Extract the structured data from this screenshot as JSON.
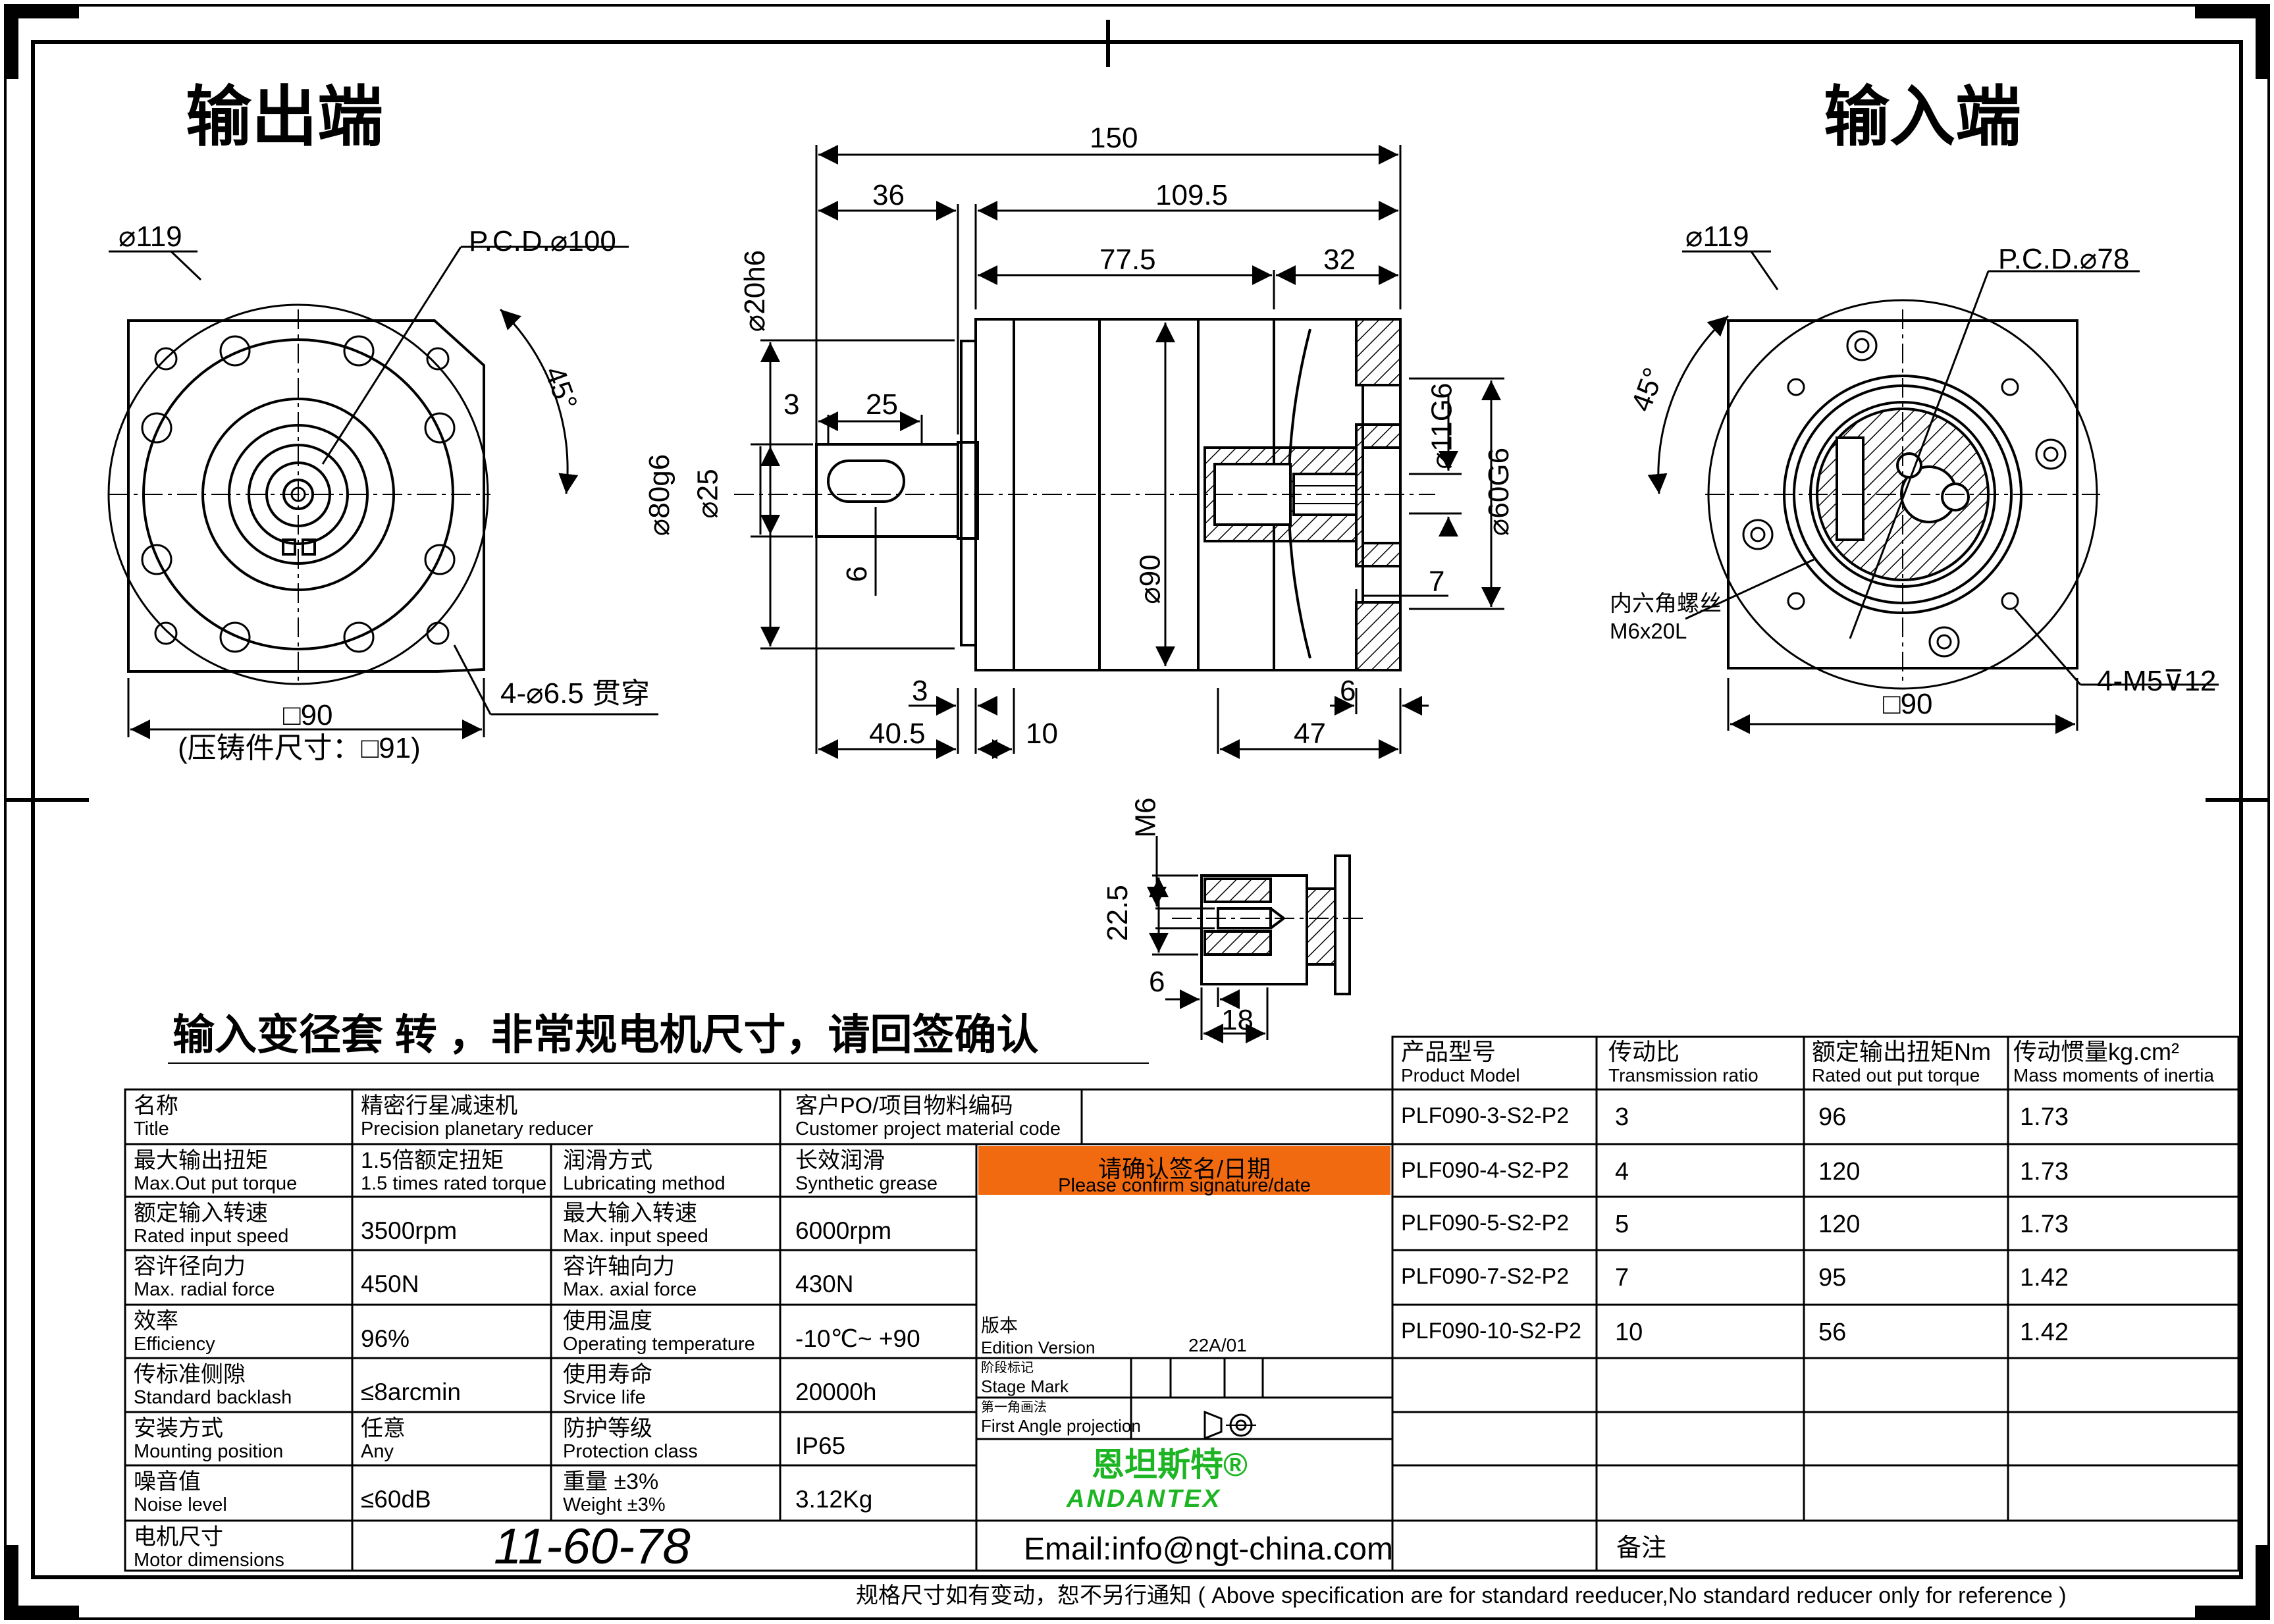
{
  "headings": {
    "output_end": "输出端",
    "input_end": "输入端"
  },
  "dims": {
    "out_dia": "⌀119",
    "out_pcd": "P.C.D.⌀100",
    "out_angle": "45°",
    "out_holes": "4-⌀6.5 贯穿",
    "out_square": "□90",
    "out_cast": "(压铸件尺寸：□91)",
    "len_150": "150",
    "len_36": "36",
    "len_109": "109.5",
    "len_77": "77.5",
    "len_32": "32",
    "shaft_20": "⌀20h6",
    "len_3a": "3",
    "len_25": "25",
    "dia_80": "⌀80g6",
    "dia_25": "⌀25",
    "key_6": "6",
    "dia_90": "⌀90",
    "dia_11": "⌀11G6",
    "dia_60": "⌀60G6",
    "len_7": "7",
    "len_3b": "3",
    "len_6": "6",
    "len_405": "40.5",
    "len_10": "10",
    "len_47": "47",
    "in_dia": "⌀119",
    "in_pcd": "P.C.D.⌀78",
    "in_angle": "45°",
    "in_screw_cn": "内六角螺丝",
    "in_screw_en": "M6x20L",
    "in_holes": "4-M5⊽12",
    "in_square": "□90",
    "det_m6": "M6",
    "det_225": "22.5",
    "det_6": "6",
    "det_18": "18"
  },
  "notice": "输入变径套  转  ，非常规电机尺寸，请回签确认",
  "spec_table": {
    "rows": [
      {
        "c1_cn": "名称",
        "c1_en": "Title",
        "v1_cn": "精密行星减速机",
        "v1_en": "Precision planetary reducer",
        "c2_cn": "客户PO/项目物料编码",
        "c2_en": "Customer project material code"
      },
      {
        "c1_cn": "最大输出扭矩",
        "c1_en": "Max.Out put torque",
        "v1_cn": "1.5倍额定扭矩",
        "v1_en": "1.5 times rated torque",
        "c2_cn": "润滑方式",
        "c2_en": "Lubricating method",
        "v2_cn": "长效润滑",
        "v2_en": "Synthetic grease"
      },
      {
        "c1_cn": "额定输入转速",
        "c1_en": "Rated input speed",
        "v1": "3500rpm",
        "c2_cn": "最大输入转速",
        "c2_en": "Max. input speed",
        "v2": "6000rpm"
      },
      {
        "c1_cn": "容许径向力",
        "c1_en": "Max. radial force",
        "v1": "450N",
        "c2_cn": "容许轴向力",
        "c2_en": "Max. axial force",
        "v2": "430N"
      },
      {
        "c1_cn": "效率",
        "c1_en": "Efficiency",
        "v1": "96%",
        "c2_cn": "使用温度",
        "c2_en": "Operating temperature",
        "v2": "-10℃~ +90"
      },
      {
        "c1_cn": "传标准侧隙",
        "c1_en": "Standard backlash",
        "v1": "≤8arcmin",
        "c2_cn": "使用寿命",
        "c2_en": "Srvice life",
        "v2": "20000h"
      },
      {
        "c1_cn": "安装方式",
        "c1_en": "Mounting position",
        "v1_cn": "任意",
        "v1_en": "Any",
        "c2_cn": "防护等级",
        "c2_en": "Protection class",
        "v2": "IP65"
      },
      {
        "c1_cn": "噪音值",
        "c1_en": "Noise level",
        "v1": "≤60dB",
        "c2_cn": "重量 ±3%",
        "c2_en": "Weight ±3%",
        "v2": "3.12Kg"
      },
      {
        "c1_cn": "电机尺寸",
        "c1_en": "Motor dimensions",
        "v1": "11-60-78"
      }
    ],
    "confirm_cn": "请确认签名/日期",
    "confirm_en": "Please confirm signature/date",
    "edition_cn": "版本",
    "edition_en": "Edition Version",
    "edition_val": "22A/01",
    "stage_cn": "阶段标记",
    "stage_en": "Stage Mark",
    "proj_cn": "第一角画法",
    "proj_en": "First Angle projection",
    "brand_cn": "恩坦斯特®",
    "brand_en": "ANDANTEX",
    "email": "Email:info@ngt-china.com",
    "remark": "备注"
  },
  "model_table": {
    "headers": [
      {
        "cn": "产品型号",
        "en": "Product Model"
      },
      {
        "cn": "传动比",
        "en": "Transmission ratio"
      },
      {
        "cn": "额定输出扭矩Nm",
        "en": "Rated out put torque"
      },
      {
        "cn": "传动惯量kg.cm²",
        "en": "Mass moments of inertia"
      }
    ],
    "rows": [
      {
        "model": "PLF090-3-S2-P2",
        "ratio": "3",
        "torque": "96",
        "inertia": "1.73"
      },
      {
        "model": "PLF090-4-S2-P2",
        "ratio": "4",
        "torque": "120",
        "inertia": "1.73"
      },
      {
        "model": "PLF090-5-S2-P2",
        "ratio": "5",
        "torque": "120",
        "inertia": "1.73"
      },
      {
        "model": "PLF090-7-S2-P2",
        "ratio": "7",
        "torque": "95",
        "inertia": "1.42"
      },
      {
        "model": "PLF090-10-S2-P2",
        "ratio": "10",
        "torque": "56",
        "inertia": "1.42"
      }
    ]
  },
  "footer": "规格尺寸如有变动，恕不另行通知  ( Above specification are for standard reeducer,No standard reducer only for reference )"
}
